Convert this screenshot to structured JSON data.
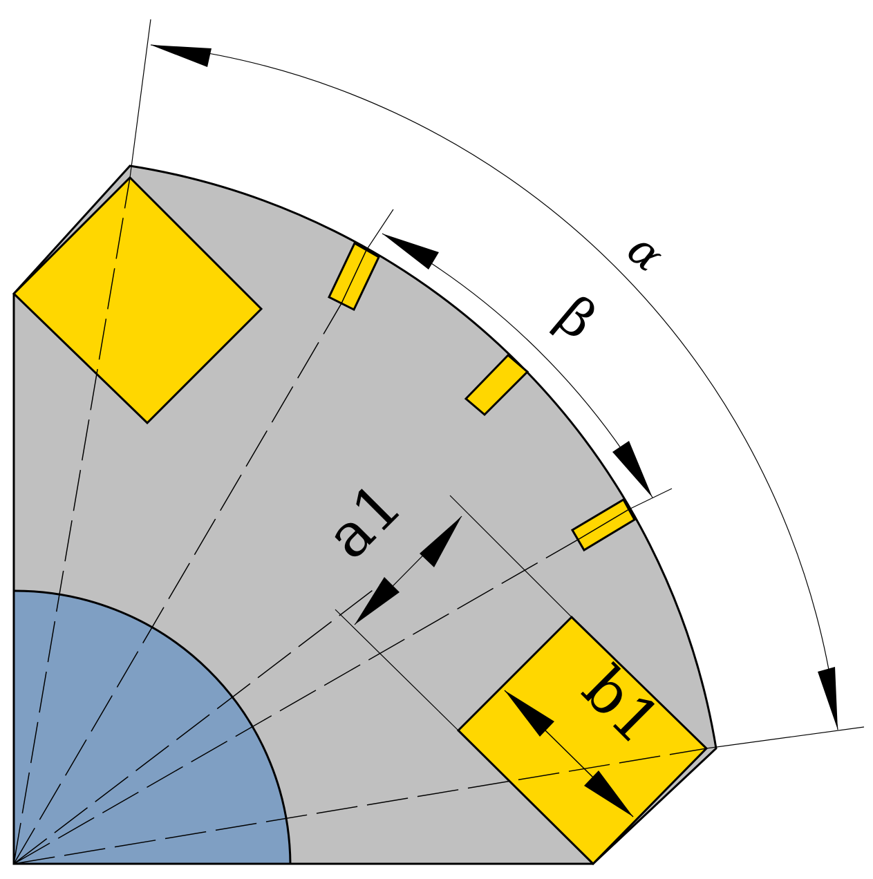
{
  "diagram": {
    "labels": {
      "alpha": "α",
      "beta": "β",
      "a1": "a1",
      "b1": "b1"
    },
    "colors": {
      "background": "#ffffff",
      "sector_fill": "#c0c0c0",
      "inner_disk_fill": "#7f9fc3",
      "block_fill": "#ffd700",
      "outline": "#000000"
    }
  }
}
